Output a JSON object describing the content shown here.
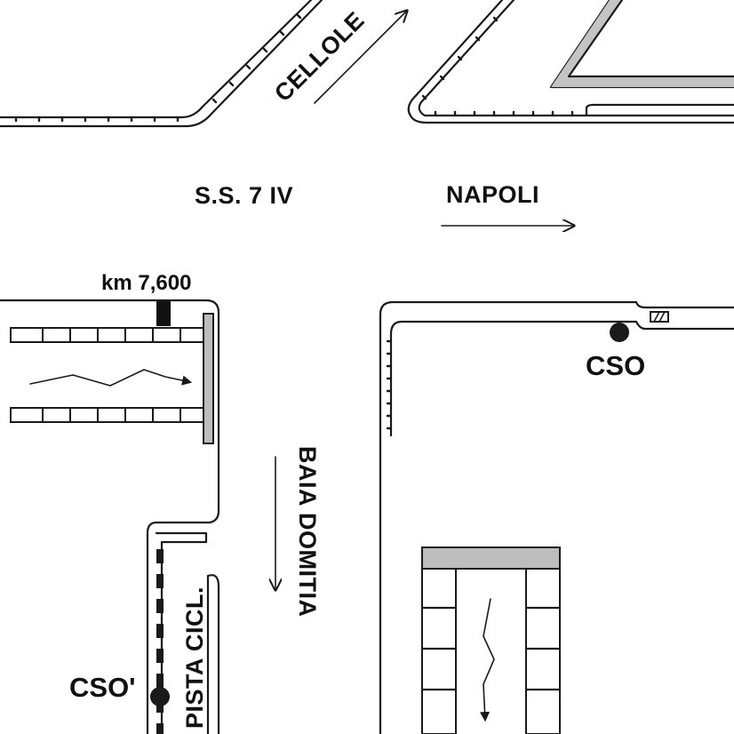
{
  "labels": {
    "cellole": "CELLOLE",
    "ss7": "S.S. 7 IV",
    "napoli": "NAPOLI",
    "km": "km 7,600",
    "cso": "CSO",
    "cso_prime": "CSO'",
    "baia_domitia": "BAIA DOMITIA",
    "pista_cicl": "PISTA CICL."
  },
  "colors": {
    "line": "#1a1a1a",
    "island_fill": "#bdbdbd",
    "marker": "#1a1a1a"
  },
  "icons": {
    "direction": "arrow",
    "monitoring_point": "filled-circle",
    "flow_path": "zigzag-arrow"
  }
}
